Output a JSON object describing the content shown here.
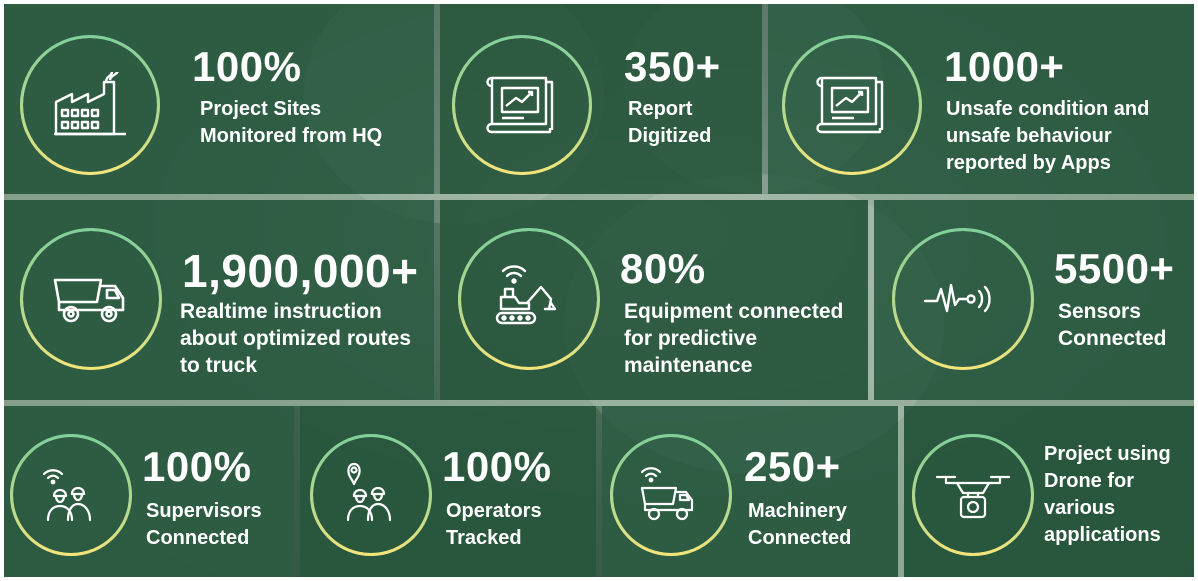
{
  "stats": [
    {
      "value": "100%",
      "lines": [
        "Project Sites",
        "Monitored from HQ"
      ],
      "icon": "factory-icon"
    },
    {
      "value": "350+",
      "lines": [
        "Report",
        "Digitized"
      ],
      "icon": "report-chart-icon"
    },
    {
      "value": "1000+",
      "lines": [
        "Unsafe condition and",
        "unsafe behaviour",
        "reported by Apps"
      ],
      "icon": "report-chart-icon"
    },
    {
      "value": "1,900,000+",
      "lines": [
        "Realtime instruction",
        "about optimized routes",
        "to truck"
      ],
      "icon": "dump-truck-icon"
    },
    {
      "value": "80%",
      "lines": [
        "Equipment connected",
        "for predictive",
        "maintenance"
      ],
      "icon": "connected-excavator-icon"
    },
    {
      "value": "5500+",
      "lines": [
        "Sensors",
        "Connected"
      ],
      "icon": "sensor-signal-icon"
    },
    {
      "value": "100%",
      "lines": [
        "Supervisors",
        "Connected"
      ],
      "icon": "connected-workers-icon"
    },
    {
      "value": "100%",
      "lines": [
        "Operators",
        "Tracked"
      ],
      "icon": "tracked-workers-icon"
    },
    {
      "value": "250+",
      "lines": [
        "Machinery",
        "Connected"
      ],
      "icon": "connected-truck-icon"
    },
    {
      "value": "",
      "lines": [
        "Project using",
        "Drone for",
        "various",
        "applications"
      ],
      "icon": "drone-camera-icon"
    }
  ],
  "colors": {
    "tile": "#2c5c42",
    "ring_top": "#7fcf9a",
    "ring_bottom": "#f5e57a",
    "text": "#ffffff"
  }
}
